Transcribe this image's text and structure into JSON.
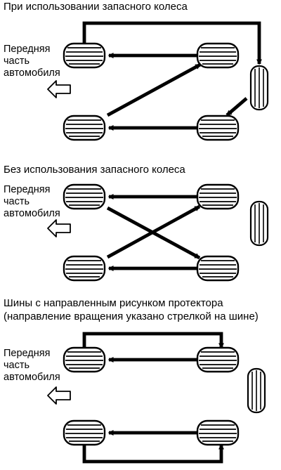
{
  "colors": {
    "ink": "#000000",
    "paper": "#ffffff"
  },
  "sections": [
    {
      "title": "При использовании запасного колеса",
      "front_label": [
        "Передняя",
        "часть",
        "автомобиля"
      ],
      "pattern": "with-spare"
    },
    {
      "title": "Без использования запасного колеса",
      "front_label": [
        "Передняя",
        "часть",
        "автомобиля"
      ],
      "pattern": "cross-no-spare"
    },
    {
      "title_lines": [
        "Шины с направленным рисунком протектора",
        "(направление вращения указано стрелкой на шине)"
      ],
      "front_label": [
        "Передняя",
        "часть",
        "автомобиля"
      ],
      "pattern": "directional-same-side"
    }
  ],
  "icons": {
    "front_direction": "outline-arrow-left-icon",
    "tire": "tire-tread-icon",
    "spare": "spare-tire-icon"
  }
}
